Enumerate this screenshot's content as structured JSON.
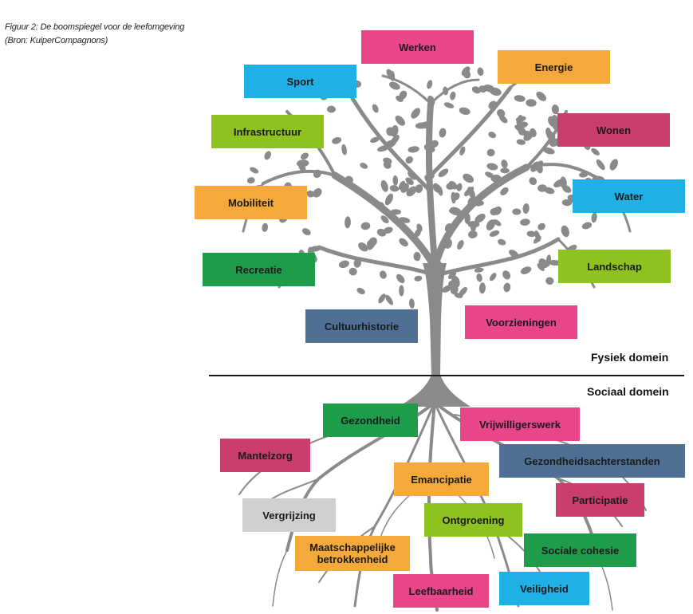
{
  "caption": {
    "line1": "Figuur 2: De boomspiegel voor de leefomgeving",
    "line2": "(Bron: KuiperCompagnons)"
  },
  "domains": {
    "fysiek": "Fysiek domein",
    "sociaal": "Sociaal domein"
  },
  "colors": {
    "pink": "#e8458b",
    "orange": "#f4a93a",
    "cyan": "#1fb0e6",
    "lime": "#8dc21f",
    "raspberry": "#c93e6c",
    "green": "#1d9c4a",
    "steel": "#4f6f95",
    "gray": "#cfcfcf",
    "tree": "#8a8a8a"
  },
  "physical_labels": [
    {
      "id": "werken",
      "text": "Werken",
      "color": "pink"
    },
    {
      "id": "energie",
      "text": "Energie",
      "color": "orange"
    },
    {
      "id": "sport",
      "text": "Sport",
      "color": "cyan"
    },
    {
      "id": "infrastructuur",
      "text": "Infrastructuur",
      "color": "lime"
    },
    {
      "id": "wonen",
      "text": "Wonen",
      "color": "raspberry"
    },
    {
      "id": "mobiliteit",
      "text": "Mobiliteit",
      "color": "orange"
    },
    {
      "id": "water",
      "text": "Water",
      "color": "cyan"
    },
    {
      "id": "recreatie",
      "text": "Recreatie",
      "color": "green"
    },
    {
      "id": "landschap",
      "text": "Landschap",
      "color": "lime"
    },
    {
      "id": "cultuurhistorie",
      "text": "Cultuurhistorie",
      "color": "steel"
    },
    {
      "id": "voorzieningen",
      "text": "Voorzieningen",
      "color": "pink"
    }
  ],
  "social_labels": [
    {
      "id": "gezondheid",
      "text": "Gezondheid",
      "color": "green"
    },
    {
      "id": "vrijwilligerswerk",
      "text": "Vrijwilligerswerk",
      "color": "pink"
    },
    {
      "id": "mantelzorg",
      "text": "Mantelzorg",
      "color": "raspberry"
    },
    {
      "id": "gezondheidsachterstanden",
      "text": "Gezondheidsachterstanden",
      "color": "steel"
    },
    {
      "id": "emancipatie",
      "text": "Emancipatie",
      "color": "orange"
    },
    {
      "id": "participatie",
      "text": "Participatie",
      "color": "raspberry"
    },
    {
      "id": "vergrijzing",
      "text": "Vergrijzing",
      "color": "gray"
    },
    {
      "id": "ontgroening",
      "text": "Ontgroening",
      "color": "lime"
    },
    {
      "id": "maatschappelijke-betrokkenheid",
      "text": "Maatschappelijke betrokkenheid",
      "color": "orange"
    },
    {
      "id": "sociale-cohesie",
      "text": "Sociale cohesie",
      "color": "green"
    },
    {
      "id": "leefbaarheid",
      "text": "Leefbaarheid",
      "color": "pink"
    },
    {
      "id": "veiligheid",
      "text": "Veiligheid",
      "color": "cyan"
    }
  ]
}
